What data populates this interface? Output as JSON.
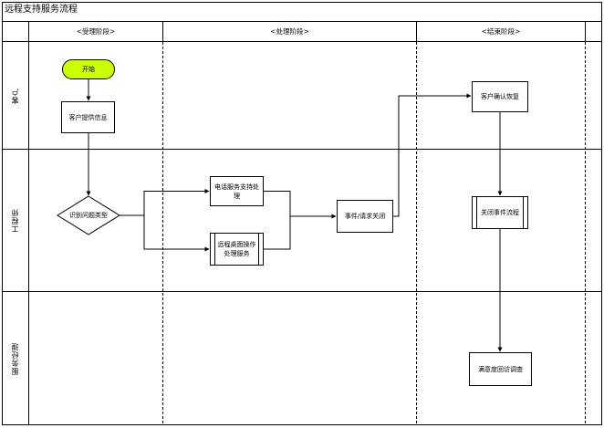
{
  "title": "远程支持服务流程",
  "phases": [
    {
      "label": "<受理阶段>"
    },
    {
      "label": "<处理阶段>"
    },
    {
      "label": "<结束阶段>"
    }
  ],
  "lanes": [
    {
      "label": "客户"
    },
    {
      "label": "工程师"
    },
    {
      "label": "服务经理"
    }
  ],
  "nodes": {
    "start": "开始",
    "submit_info": "客户提供信息",
    "decision": "识别问题类型",
    "phone_support": "电话服务支持处理",
    "remote_support": "远程桌面操作处理服务",
    "event_close": "事件/请求关闭",
    "confirm": "客户确认恢复",
    "close_event": "关闭事件流程",
    "satisfaction": "满意度回访调查"
  },
  "colors": {
    "start_fill": "#ccff00",
    "line": "#000000",
    "background": "#ffffff"
  }
}
